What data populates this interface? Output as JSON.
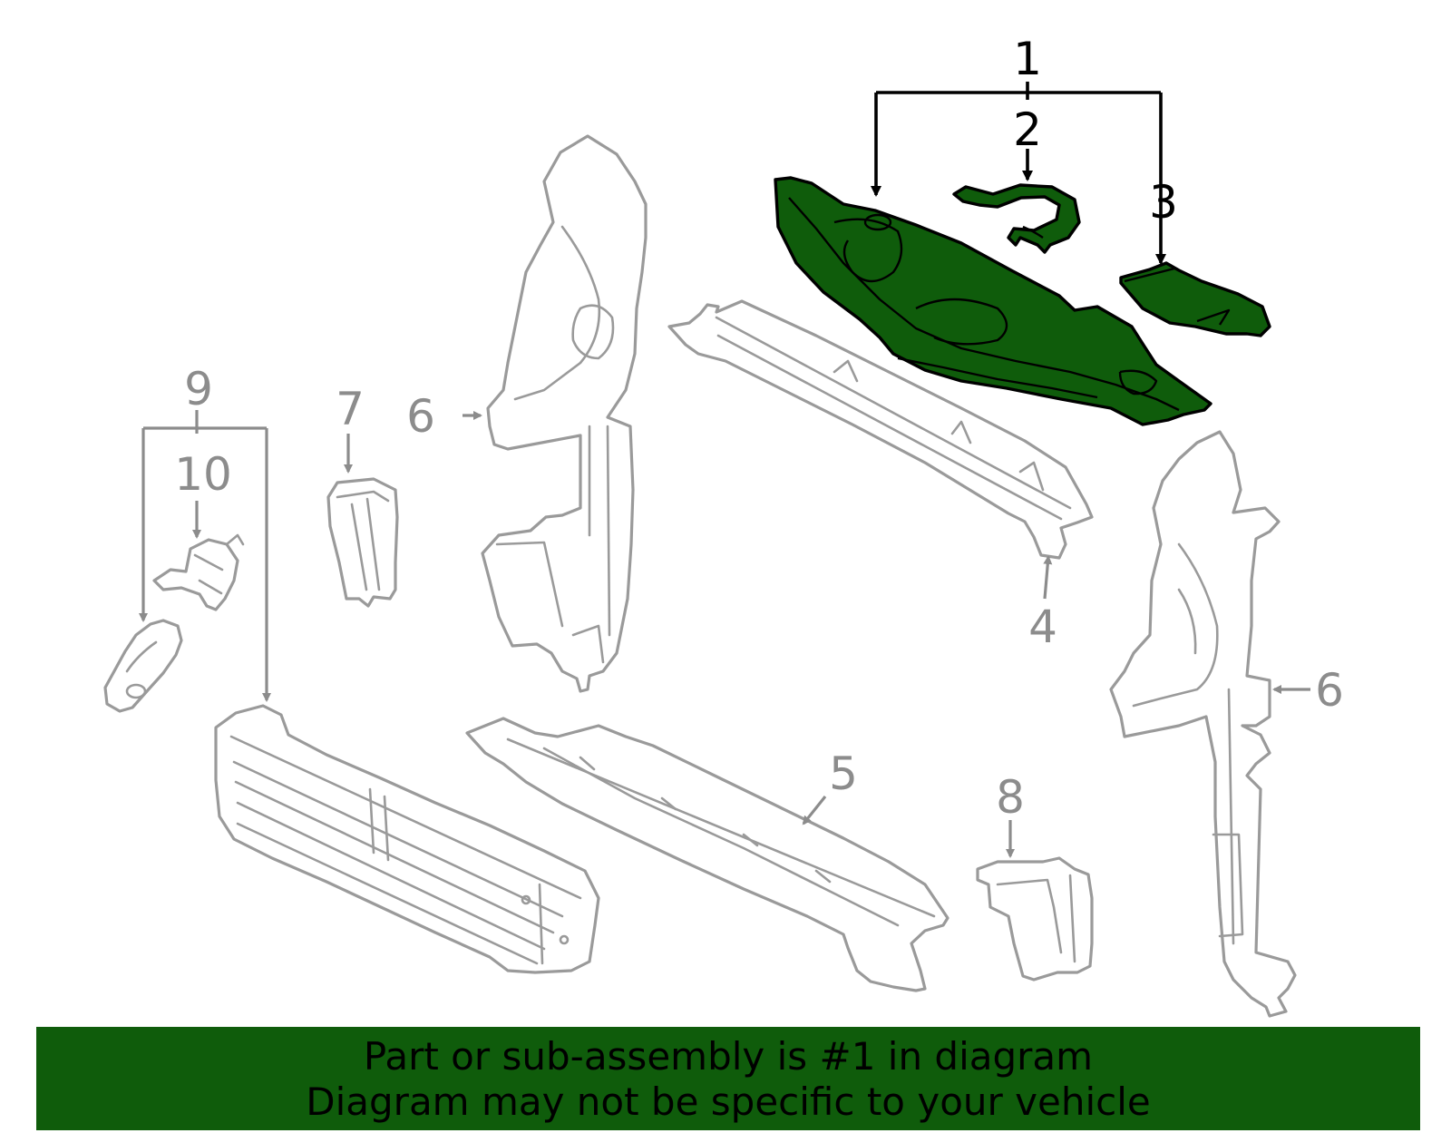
{
  "callouts": {
    "c1": "1",
    "c2": "2",
    "c3": "3",
    "c4": "4",
    "c5": "5",
    "c6a": "6",
    "c6b": "6",
    "c7": "7",
    "c8": "8",
    "c9": "9",
    "c10": "10"
  },
  "banner": {
    "line1": "Part or sub-assembly is #1 in diagram",
    "line2": "Diagram may not be specific to your vehicle"
  },
  "colors": {
    "highlight": "#0f5c0b",
    "part_outline": "#9a9a9a",
    "banner_bg": "#0f5c0b"
  }
}
